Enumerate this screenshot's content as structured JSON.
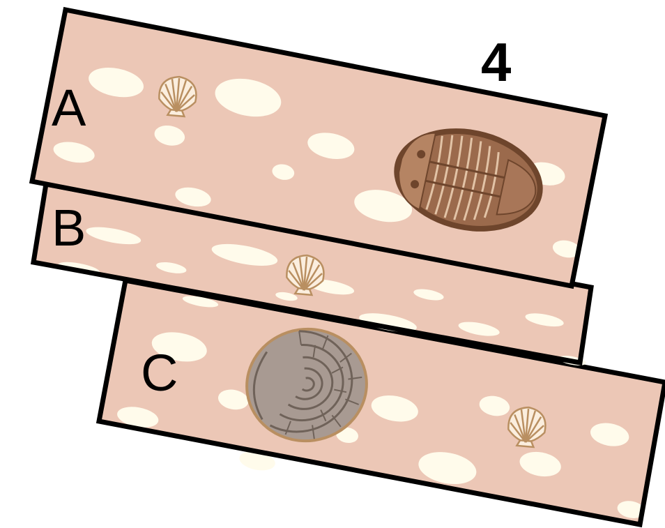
{
  "figure_number": "4",
  "colors": {
    "rock": "#ecc7b6",
    "spot": "#fffbeb",
    "outline": "#000000",
    "shell_fill": "#fbeede",
    "shell_line": "#b98f61",
    "trilobite": "#9b6a4c",
    "trilobite_dark": "#6e452c",
    "ammonite": "#a89a92",
    "ammonite_line": "#6f6259"
  },
  "layers": [
    {
      "label": "A",
      "fossils": [
        "scallop-shell",
        "trilobite"
      ]
    },
    {
      "label": "B",
      "fossils": [
        "scallop-shell"
      ]
    },
    {
      "label": "C",
      "fossils": [
        "ammonite",
        "scallop-shell"
      ]
    }
  ]
}
